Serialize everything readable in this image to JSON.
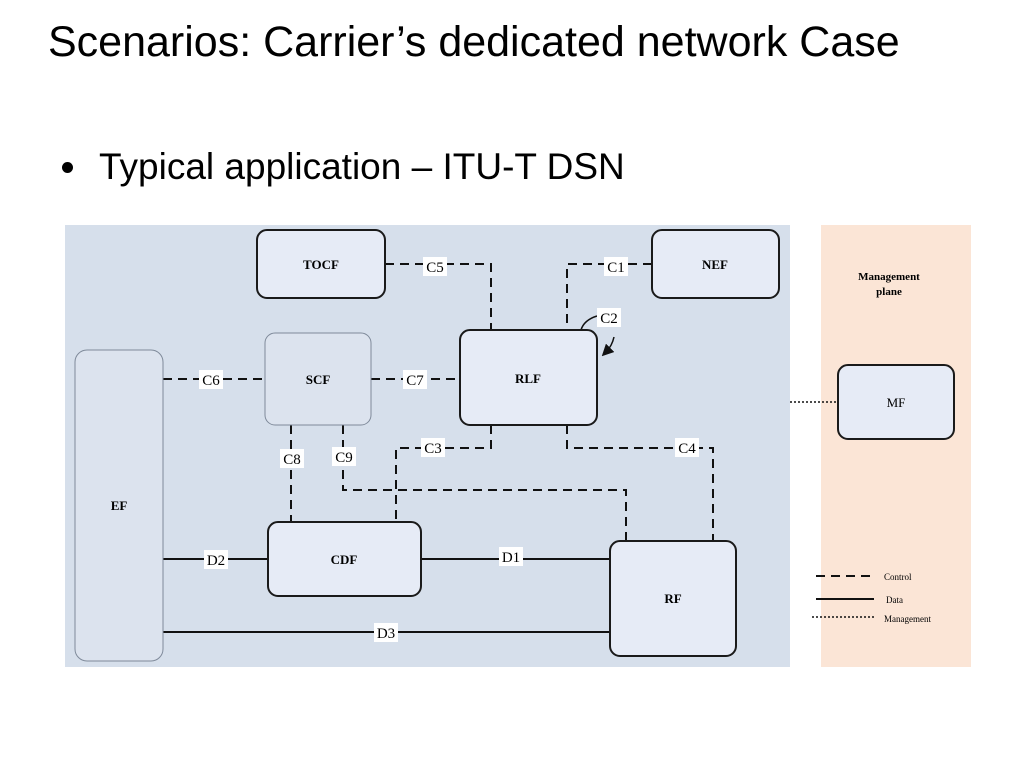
{
  "slide": {
    "title": "Scenarios: Carrier’s dedicated network Case",
    "bullet": "Typical application – ITU-T DSN"
  },
  "diagram": {
    "nodes": {
      "tocf": "TOCF",
      "nef": "NEF",
      "scf": "SCF",
      "rlf": "RLF",
      "ef": "EF",
      "cdf": "CDF",
      "rf": "RF",
      "mf": "MF"
    },
    "management_plane": [
      "Management",
      "plane"
    ],
    "edges": {
      "c1": "C1",
      "c2": "C2",
      "c3": "C3",
      "c4": "C4",
      "c5": "C5",
      "c6": "C6",
      "c7": "C7",
      "c8": "C8",
      "c9": "C9",
      "d1": "D1",
      "d2": "D2",
      "d3": "D3"
    },
    "legend": {
      "control": "Control",
      "data": "Data",
      "management": "Management"
    },
    "colors": {
      "main_panel": "#d6dfeb",
      "management_panel": "#fbe5d6",
      "node_fill": "#e6ebf6",
      "scf_fill": "#dce3ee"
    }
  }
}
